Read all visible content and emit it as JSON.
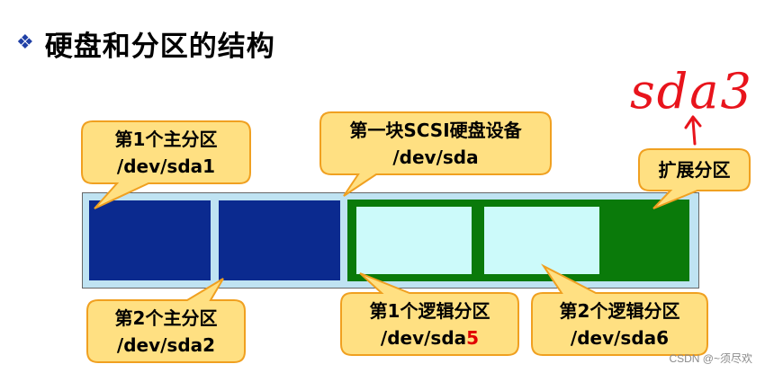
{
  "title": "硬盘和分区的结构",
  "colors": {
    "primary_partition": "#0b2a8f",
    "extended_partition": "#0a7a0a",
    "logical_partition": "#ccfafa",
    "disk_background": "#bfe3f2",
    "callout_fill": "#ffe082",
    "callout_border": "#f0a020",
    "handwriting": "#e8141c"
  },
  "callouts": {
    "primary1": {
      "line1": "第1个主分区",
      "line2": "/dev/sda1"
    },
    "disk": {
      "line1": "第一块SCSI硬盘设备",
      "line2": "/dev/sda"
    },
    "extended": {
      "line1": "扩展分区"
    },
    "primary2": {
      "line1": "第2个主分区",
      "line2": "/dev/sda2"
    },
    "logical1": {
      "line1": "第1个逻辑分区",
      "line2_prefix": "/dev/sda",
      "line2_suffix": "5"
    },
    "logical2": {
      "line1": "第2个逻辑分区",
      "line2": "/dev/sda6"
    }
  },
  "annotation": {
    "handwritten": "sda3"
  },
  "watermark": "CSDN @~须尽欢"
}
